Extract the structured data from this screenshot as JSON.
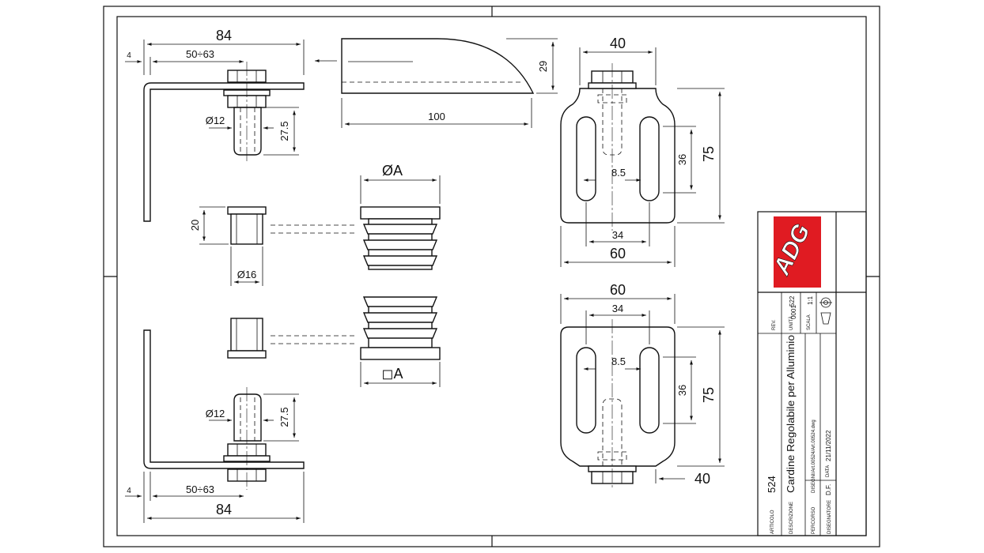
{
  "top_left": {
    "overall": "84",
    "range": "50÷63",
    "offset": "4",
    "bolt_dia": "Ø12",
    "bolt_len": "27.5"
  },
  "bottom_left": {
    "overall": "84",
    "range": "50÷63",
    "offset": "4",
    "bolt_dia": "Ø12",
    "bolt_len": "27.5"
  },
  "blade": {
    "length": "100",
    "height": "29"
  },
  "bushing": {
    "height": "20",
    "dia": "Ø16"
  },
  "cap_top": {
    "label": "ØA"
  },
  "cap_bottom": {
    "label": "◻A"
  },
  "plate_top": {
    "top_width": "40",
    "bottom_outer": "60",
    "bottom_inner": "34",
    "slot": "8.5",
    "slot_len": "36",
    "height": "75"
  },
  "plate_bottom": {
    "top_outer": "60",
    "top_inner": "34",
    "slot": "8.5",
    "slot_len": "36",
    "height": "75",
    "bottom_width": "40"
  },
  "title_block": {
    "logo": "ADG",
    "rev_label": "REV.",
    "rev_value": "0001",
    "unit_label": "UNITÀ",
    "unit_value": "522",
    "scale_label": "SCALA",
    "scale_value": "1:1",
    "article_label": "ARTICOLO",
    "article_value": "524",
    "desc_label": "DESCRIZIONE",
    "desc_value": "Cardine Regolabile per Alluminio",
    "path_label": "PERCORSO",
    "path_value": "DISEGNI/Art.00524/Art.00524.dwg",
    "date_label": "DATA",
    "date_value": "21/11/2022",
    "designer_label": "DISEGNATORE",
    "designer_value": "D.F."
  },
  "colors": {
    "line": "#111111",
    "logo_red": "#e01b22"
  }
}
